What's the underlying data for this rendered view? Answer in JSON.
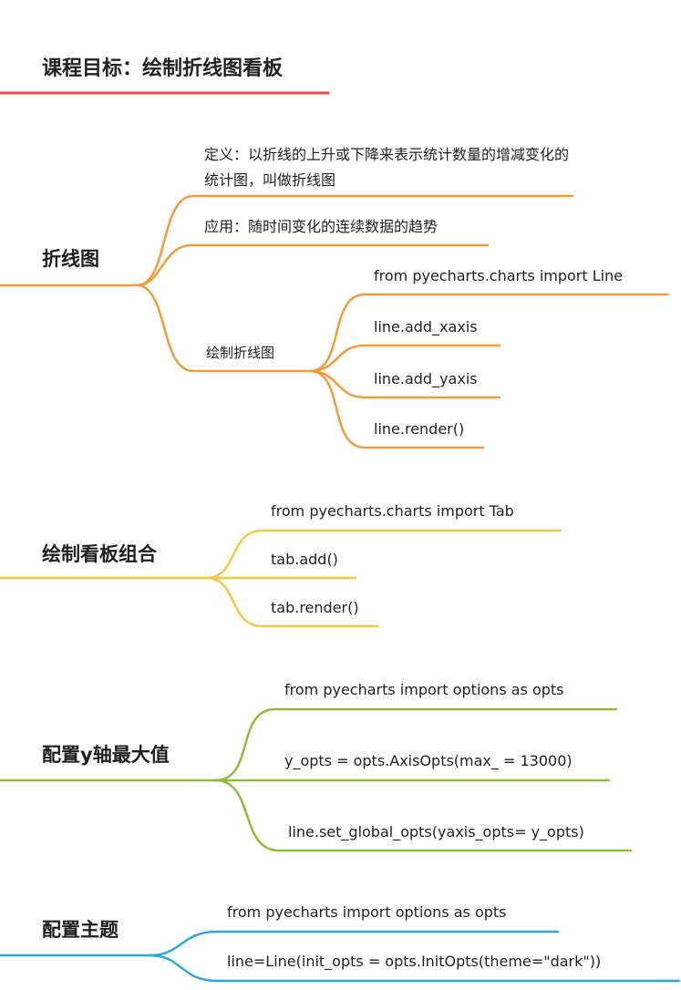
{
  "title": "课程目标：绘制折线图看板",
  "colors": {
    "title_underline": "#e84a4a",
    "branch_linechart": "#f59a3a",
    "branch_tab": "#f7c744",
    "branch_yaxis": "#8cbc3f",
    "branch_theme": "#29a9d6"
  },
  "branches": {
    "linechart": {
      "label": "折线图",
      "definition": "定义：以折线的上升或下降来表示统计数量的增减变化的统计图，叫做折线图",
      "application": "应用：随时间变化的连续数据的趋势",
      "draw": {
        "label": "绘制折线图",
        "items": [
          "from pyecharts.charts import Line",
          "line.add_xaxis",
          "line.add_yaxis",
          "line.render()"
        ]
      }
    },
    "tab": {
      "label": "绘制看板组合",
      "items": [
        "from pyecharts.charts import Tab",
        "tab.add()",
        "tab.render()"
      ]
    },
    "yaxis": {
      "label": "配置y轴最大值",
      "items": [
        "from pyecharts import options as opts",
        "y_opts = opts.AxisOpts(max_ = 13000)",
        "line.set_global_opts(yaxis_opts= y_opts)"
      ]
    },
    "theme": {
      "label": "配置主题",
      "items": [
        "from pyecharts import options as opts",
        "line=Line(init_opts = opts.InitOpts(theme=\"dark\"))"
      ]
    }
  }
}
